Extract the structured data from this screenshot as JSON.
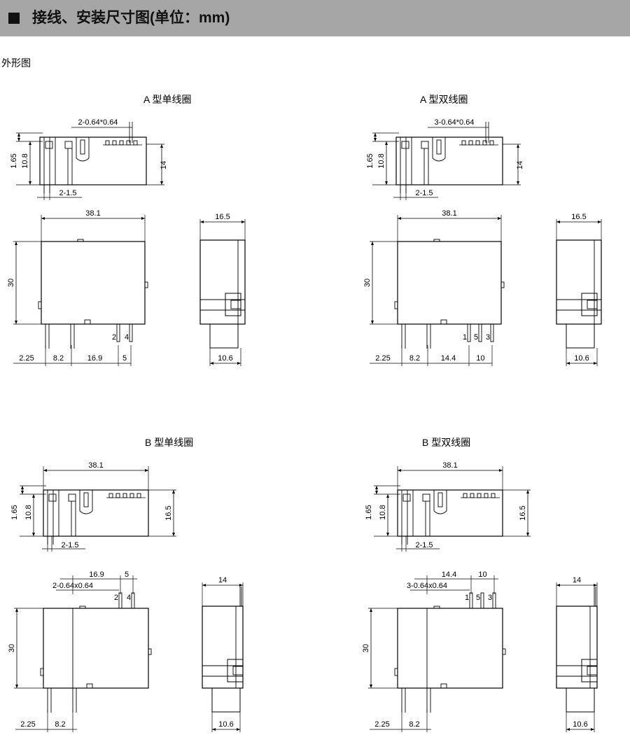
{
  "header": {
    "title": "接线、安装尺寸图(单位：mm)"
  },
  "subtitle": "外形图",
  "panels": [
    {
      "title": "A  型单线圈",
      "side": {
        "pin_spec": "2-0.64*0.64",
        "d165": "1.65",
        "d108": "10.8",
        "d14": "14",
        "d215": "2-1.5"
      },
      "top": {
        "width": "38.1",
        "height": "30",
        "right_w": "16.5",
        "right_b": "10.6",
        "bottom": [
          "2.25",
          "8.2",
          "16.9",
          "5"
        ],
        "pins": [
          "2",
          "4"
        ]
      }
    },
    {
      "title": "A  型双线圈",
      "side": {
        "pin_spec": "3-0.64*0.64",
        "d165": "1.65",
        "d108": "10.8",
        "d14": "14",
        "d215": "2-1.5"
      },
      "top": {
        "width": "38.1",
        "height": "30",
        "right_w": "16.5",
        "right_b": "10.6",
        "bottom": [
          "2.25",
          "8.2",
          "14.4",
          "10"
        ],
        "pins": [
          "1",
          "5",
          "3"
        ]
      }
    },
    {
      "title": "B  型单线圈",
      "side": {
        "width": "38.1",
        "d165": "1.65",
        "d108": "10.8",
        "d165r": "16.5",
        "d215": "2-1.5"
      },
      "top": {
        "top_dims": [
          "16.9",
          "5"
        ],
        "pin_spec": "2-0.64x0.64",
        "pins": [
          "2",
          "4"
        ],
        "height": "30",
        "right_w": "14",
        "right_b": "10.6",
        "bottom": [
          "2.25",
          "8.2"
        ]
      }
    },
    {
      "title": "B  型双线圈",
      "side": {
        "width": "38.1",
        "d165": "1.65",
        "d108": "10.8",
        "d165r": "16.5",
        "d215": "2-1.5"
      },
      "top": {
        "top_dims": [
          "14.4",
          "10"
        ],
        "pin_spec": "3-0.64x0.64",
        "pins": [
          "1",
          "5",
          "3"
        ],
        "height": "30",
        "right_w": "14",
        "right_b": "10.6",
        "bottom": [
          "2.25",
          "8.2"
        ]
      }
    }
  ]
}
